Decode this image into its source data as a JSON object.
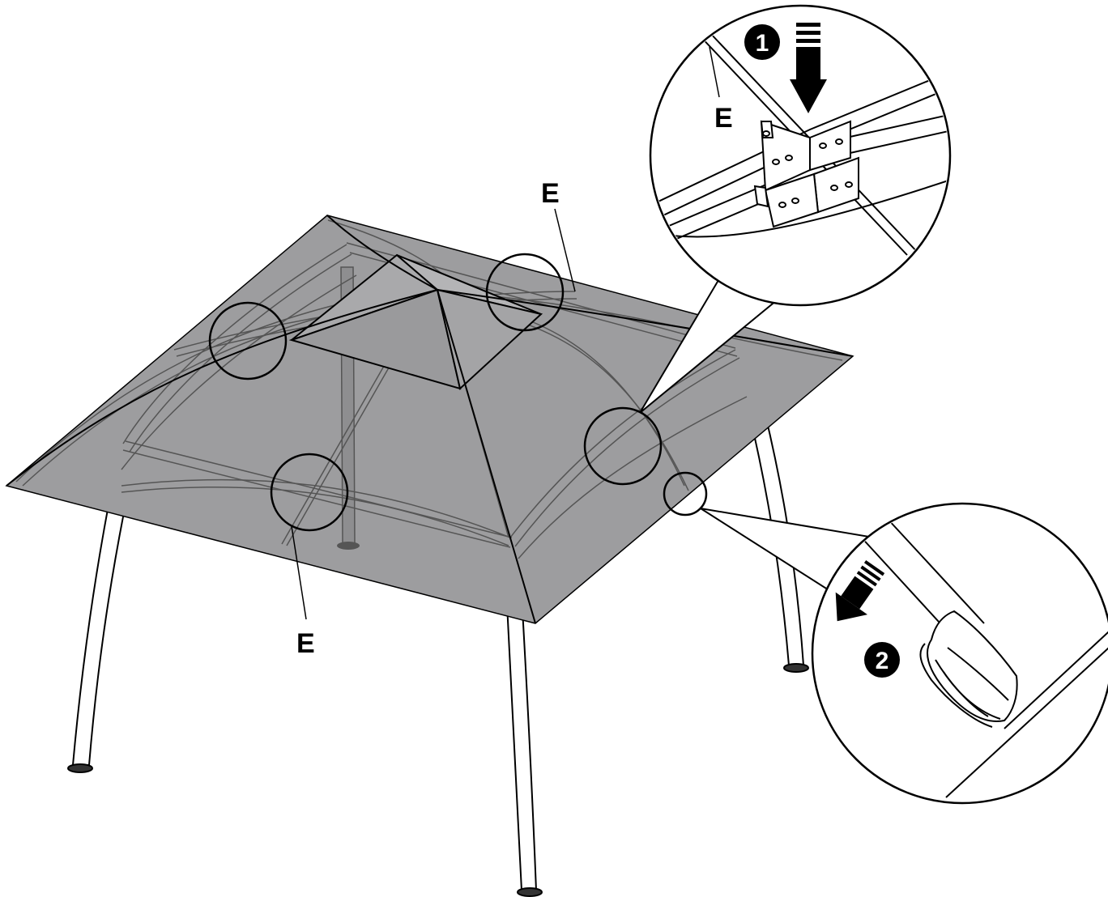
{
  "diagram": {
    "part_labels": {
      "top": "E",
      "bottom": "E",
      "detail_1": "E"
    },
    "steps": [
      {
        "number": "1"
      },
      {
        "number": "2"
      }
    ],
    "colors": {
      "canopy_fill": "#9d9d9f",
      "outline": "#000000",
      "frame": "#ffffff",
      "step_badge": "#000000"
    }
  }
}
